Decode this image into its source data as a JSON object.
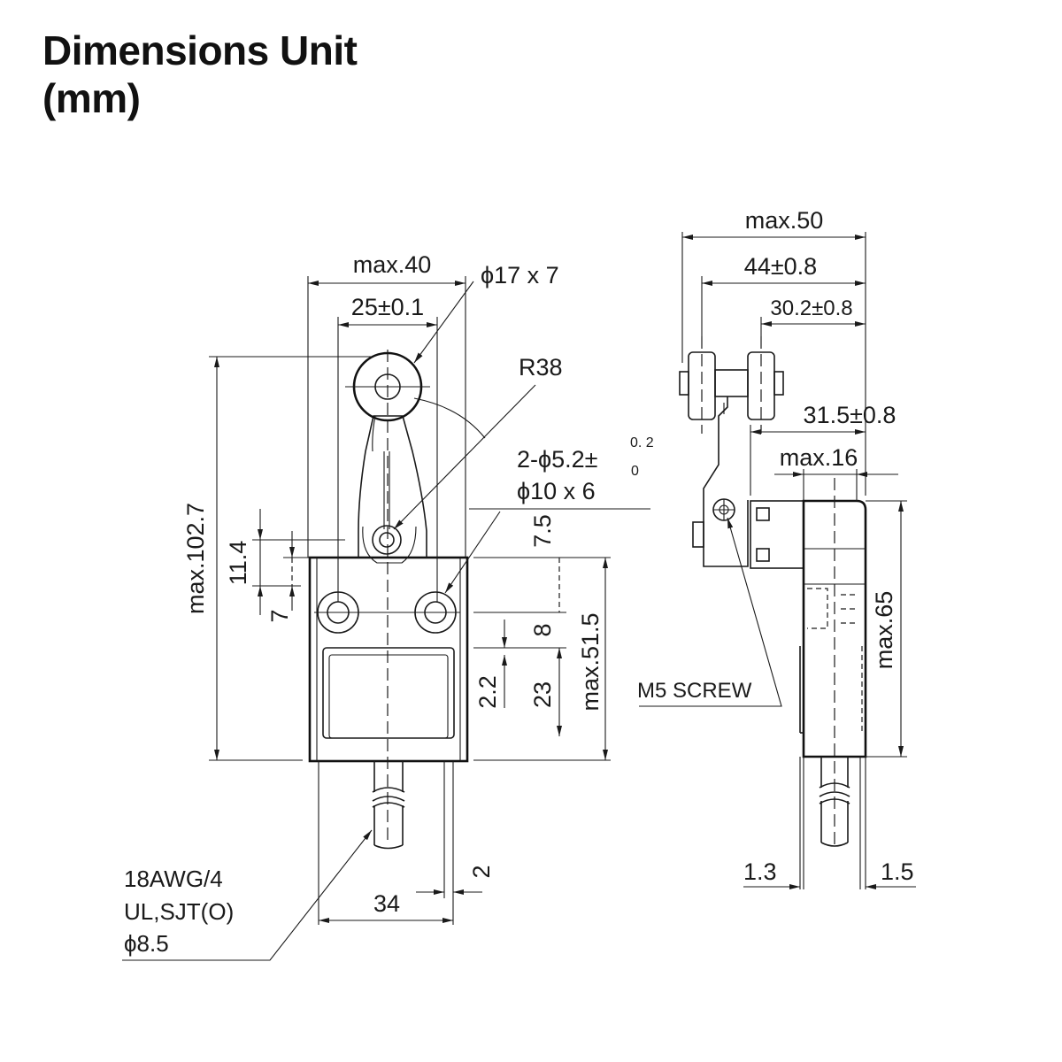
{
  "title": {
    "line1": "Dimensions Unit",
    "line2": "(mm)"
  },
  "front_view": {
    "max_width": "max.40",
    "mount_pitch": "25±0.1",
    "roller": "ϕ17 x 7",
    "radius": "R38",
    "holes": "2-ϕ5.2±",
    "holes_tol_upper": "0. 2",
    "holes_tol_lower": "0",
    "boss": "ϕ10 x 6",
    "max_height": "max.102.7",
    "dim_11_4": "11.4",
    "dim_7": "7",
    "dim_7_5": "7.5",
    "dim_8": "8",
    "dim_2_2": "2.2",
    "dim_23": "23",
    "max_body": "max.51.5",
    "body_width": "34",
    "dim_2": "2",
    "cable_line1": "18AWG/4",
    "cable_line2": "UL,SJT(O)",
    "cable_line3": "ϕ8.5"
  },
  "side_view": {
    "max_width": "max.50",
    "dim_44": "44±0.8",
    "dim_30_2": "30.2±0.8",
    "dim_31_5": "31.5±0.8",
    "max_16": "max.16",
    "max_65": "max.65",
    "screw": "M5 SCREW",
    "dim_1_3": "1.3",
    "dim_1_5": "1.5"
  }
}
